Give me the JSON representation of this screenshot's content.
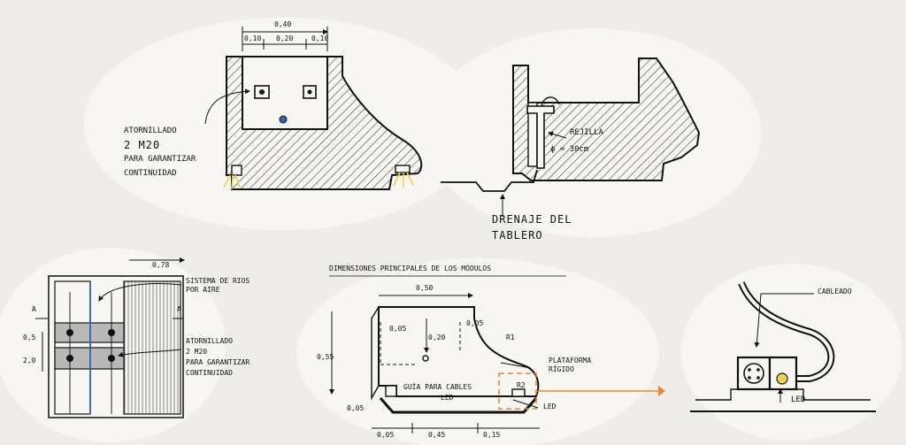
{
  "colors": {
    "ink": "#1a1a1a",
    "hatch": "#333333",
    "led": "#f2d24a",
    "highlight": "#e8892f",
    "rebar": "#3a62b5",
    "paper": "#efedea",
    "blob": "#f7f6f3"
  },
  "section_1": {
    "dims": {
      "total": "0,40",
      "a": "0,10",
      "b": "0,20",
      "c": "0,10"
    },
    "note_lines": [
      "ATORNILLADO",
      "2 M20",
      "PARA GARANTIZAR",
      "CONTINUIDAD"
    ]
  },
  "section_2": {
    "label_1": "REJILLA",
    "label_2": "ϕ = 30cm",
    "bottom_lines": [
      "DRENAJE DEL",
      "TABLERO"
    ]
  },
  "plan": {
    "dim_top": "0,78",
    "label_1_lines": [
      "SISTEMA DE RIOS",
      "POR AIRE"
    ],
    "note_lines": [
      "ATORNILLADO",
      "2 M20",
      "PARA GARANTIZAR",
      "CONTINUIDAD"
    ],
    "section_marks": [
      "A",
      "A"
    ],
    "side_dims": [
      "0,5",
      "2,0"
    ]
  },
  "modules": {
    "title": "DIMENSIONES PRINCIPALES DE LOS MÓDULOS",
    "dims": {
      "width": "0,50",
      "height": "0,55",
      "inner": "0,20",
      "d1": "0,05",
      "d2": "0,05",
      "bottom_1": "0,05",
      "bottom_2": "0,45",
      "bottom_3": "0,15",
      "r_outer": "R1",
      "r_inner": "R2"
    },
    "labels": {
      "fuerza": "PLATAFORMA",
      "fuerza_2": "RÍGIDO",
      "guia": "GUÍA PARA CABLES",
      "led_1": "LED",
      "led_2": "LED"
    }
  },
  "detail": {
    "cableado": "CABLEADO",
    "led": "LED"
  }
}
